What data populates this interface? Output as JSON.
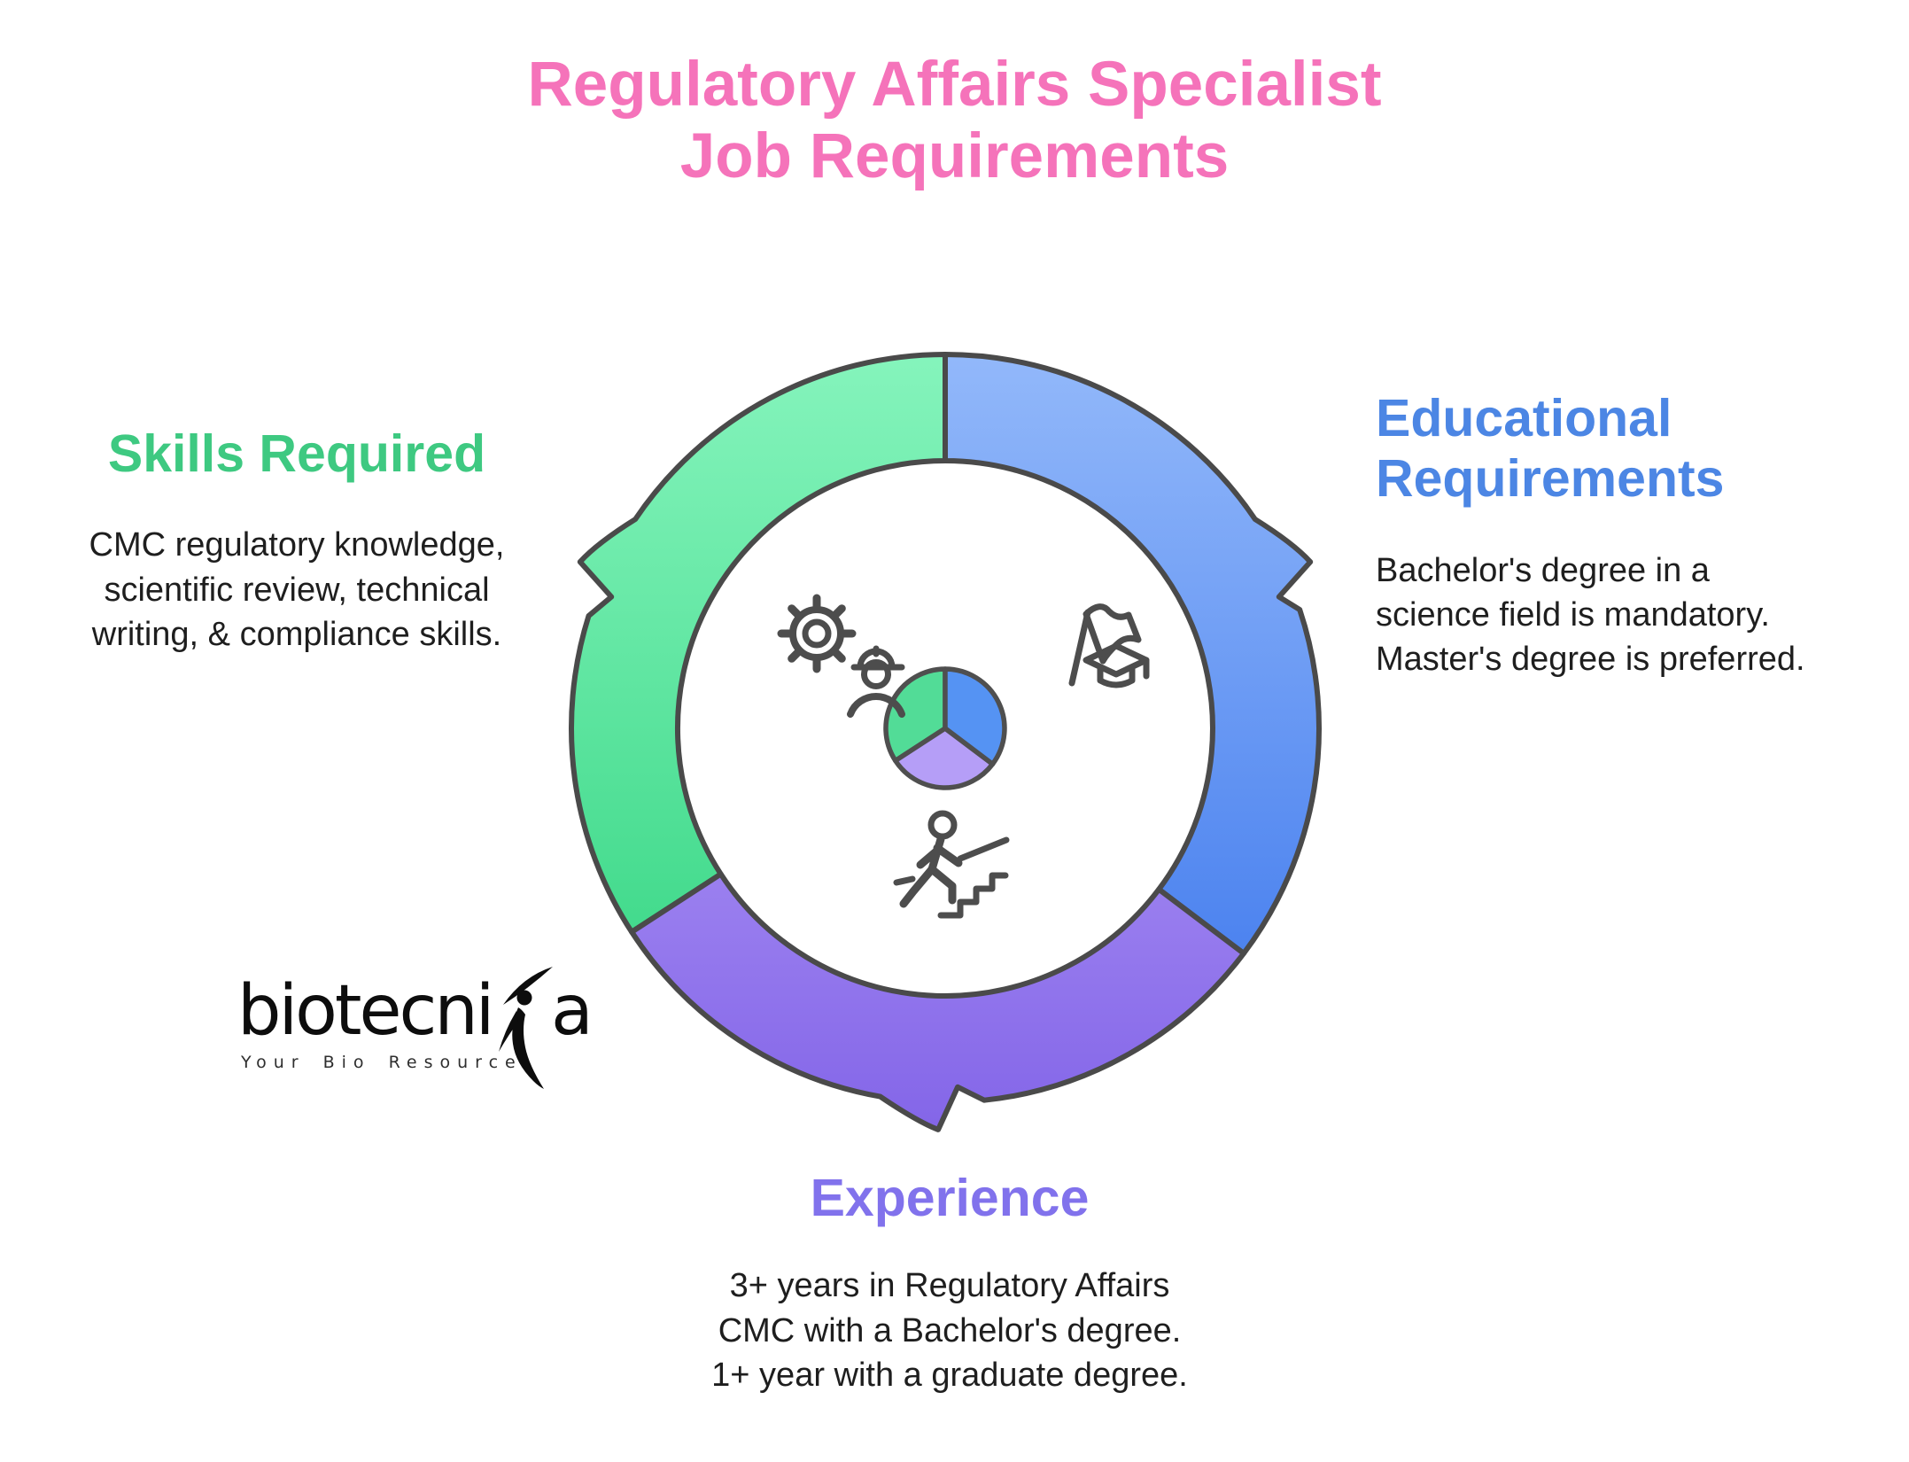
{
  "title": {
    "line1": "Regulatory Affairs Specialist",
    "line2": "Job Requirements"
  },
  "sections": {
    "skills": {
      "heading": "Skills Required",
      "heading_color": "#3ec981",
      "lines": [
        "CMC regulatory knowledge,",
        "scientific review, technical",
        "writing, & compliance skills."
      ]
    },
    "education": {
      "heading_line1": "Educational",
      "heading_line2": "Requirements",
      "heading_color": "#4c86e4",
      "lines": [
        "Bachelor's degree in a",
        "science field is mandatory.",
        "Master's degree is preferred."
      ]
    },
    "experience": {
      "heading": "Experience",
      "heading_color": "#8172ec",
      "lines": [
        "3+ years in Regulatory Affairs",
        "CMC with a Bachelor's degree.",
        "1+ year with a graduate degree."
      ]
    }
  },
  "logo": {
    "name_left": "biotecni",
    "name_right": "a",
    "tagline": "Your Bio Resource"
  },
  "diagram": {
    "type": "three-segment cycle ring with center pie and pointer arrows",
    "segments": [
      {
        "id": "skills",
        "icon": "gear-engineer-icon",
        "color_top": "#85f4bc",
        "color_bottom": "#3fd98a"
      },
      {
        "id": "education",
        "icon": "flag-graduation-cap-icon",
        "color_top": "#92b8fa",
        "color_bottom": "#4b82ef"
      },
      {
        "id": "experience",
        "icon": "person-climbing-stairs-icon",
        "color_top": "#9a7fef",
        "color_bottom": "#8365e8"
      }
    ],
    "center_pie_colors": {
      "green": "#52dc97",
      "blue": "#5593f3",
      "purple": "#b59ef7"
    },
    "outline_color": "#4a4a4a",
    "title_color": "#f573ba"
  }
}
